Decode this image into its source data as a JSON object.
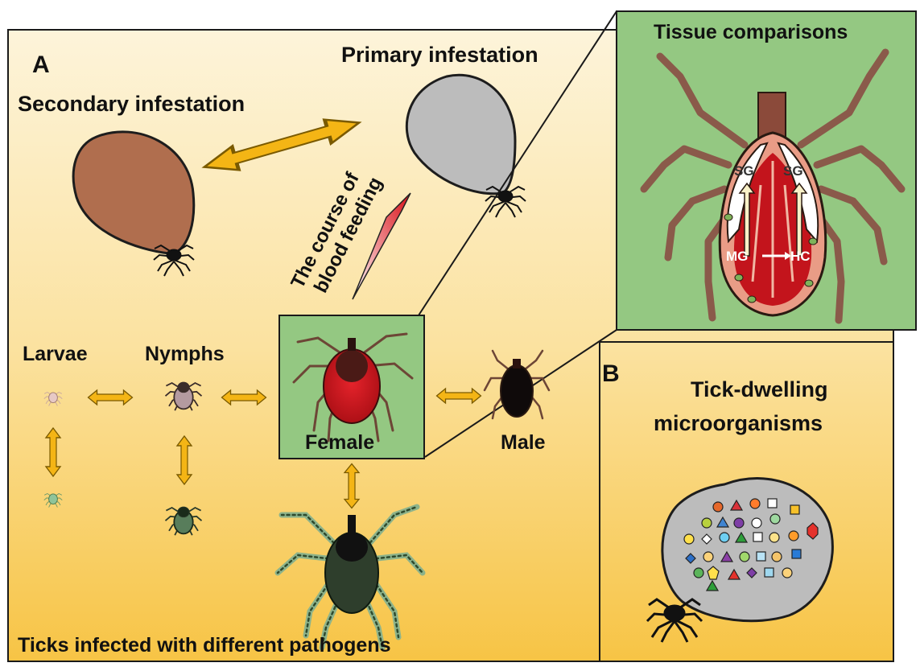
{
  "panel_a": {
    "letter": "A",
    "primary_infestation": "Primary infestation",
    "secondary_infestation": "Secondary infestation",
    "feeding_line1": "The course of",
    "feeding_line2": "blood feeding",
    "larvae": "Larvae",
    "nymphs": "Nymphs",
    "female": "Female",
    "male": "Male",
    "infected_caption": "Ticks infected with different pathogens"
  },
  "panel_b": {
    "letter": "B",
    "title_line1": "Tick-dwelling",
    "title_line2": "microorganisms"
  },
  "tissue_panel": {
    "title": "Tissue comparisons",
    "sg_left": "SG",
    "sg_right": "SG",
    "mg": "MG",
    "hc": "HC"
  },
  "colors": {
    "background_top": "#fdf2d3",
    "background_bottom": "#f8c546",
    "inset_green": "#94c882",
    "arrow_yellow": "#f4b515",
    "secondary_tick": "#b06e4e",
    "primary_tick": "#bdbdbd",
    "female_body": "#c8141c",
    "infected_tick": "#2d3d2b"
  }
}
